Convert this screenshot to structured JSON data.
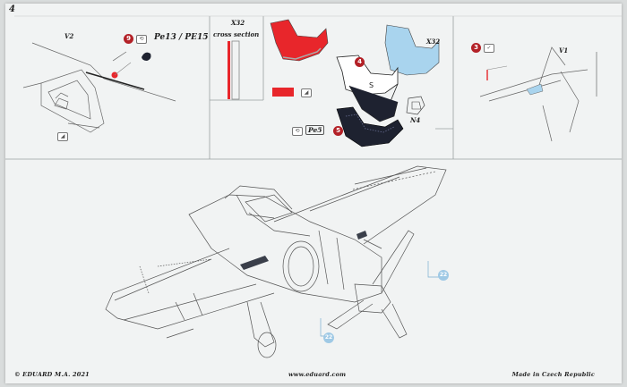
{
  "page": {
    "number": "4"
  },
  "footer": {
    "copyright": "© EDUARD  M.A. 2021",
    "website": "www.eduard.com",
    "origin": "Made in Czech Republic"
  },
  "panels": {
    "v2": {
      "label": "V2"
    },
    "step9": {
      "number": "9",
      "parts": "Pe13 / PE15"
    },
    "x32_left": {
      "label": "X32",
      "subtitle": "cross section"
    },
    "x32_right": {
      "label": "X32"
    },
    "step4": {
      "number": "4"
    },
    "step5": {
      "number": "5",
      "part": "Pe5"
    },
    "n4": {
      "label": "N4"
    },
    "step3": {
      "number": "3"
    },
    "v1": {
      "label": "V1"
    }
  },
  "callouts": {
    "a": "22",
    "b": "22"
  },
  "colors": {
    "red": "#e8262b",
    "light_blue": "#a9d4ee",
    "dark_navy": "#1e2230",
    "step_badge": "#b32127"
  }
}
